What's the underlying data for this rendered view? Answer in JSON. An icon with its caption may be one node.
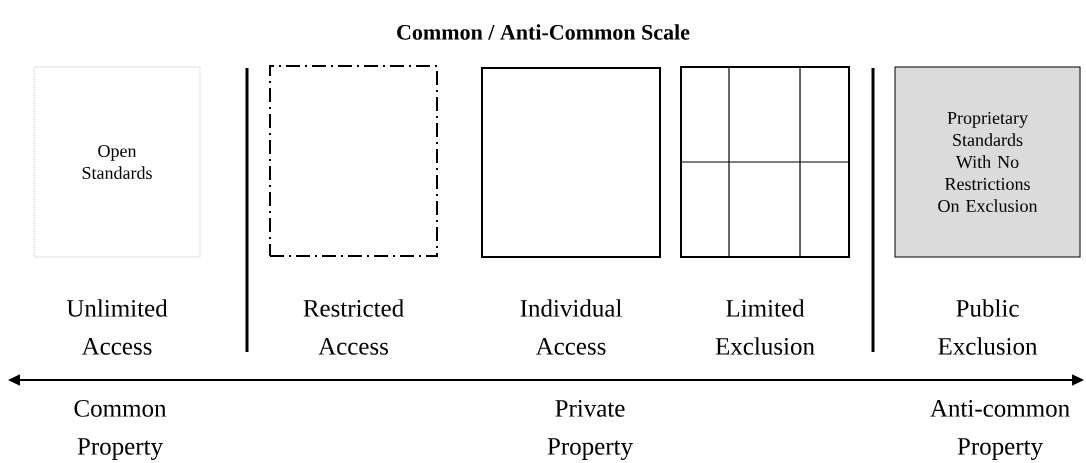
{
  "diagram": {
    "title": "Common / Anti-Common Scale",
    "nodes": [
      {
        "text": [
          "Open Standards"
        ],
        "beside": [
          "Unlimited Access"
        ]
      },
      {
        "text": [],
        "shape": "box",
        "beside": [
          "Restricted Access"
        ]
      },
      {
        "text": [],
        "shape": "box",
        "beside": [
          "Individual Access"
        ]
      },
      {
        "text": [],
        "shape": "box",
        "beside": [
          "Limited Exclusion"
        ]
      },
      {
        "text": [
          "Proprietary Standards With No Restrictions On Exclusion"
        ],
        "beside": [
          "Public Exclusion"
        ]
      }
    ],
    "labels": [
      "Common Property",
      "Private Property",
      "Anti-common Property"
    ]
  }
}
